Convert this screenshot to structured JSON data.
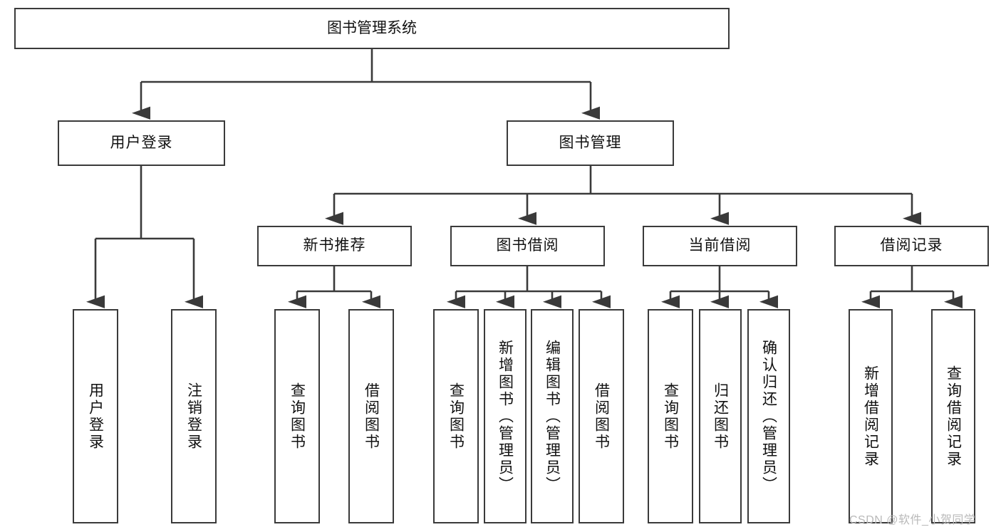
{
  "diagram": {
    "type": "tree",
    "title": "图书管理系统",
    "root": {
      "label": "图书管理系统"
    },
    "level2": [
      {
        "label": "用户登录"
      },
      {
        "label": "图书管理"
      }
    ],
    "level3": [
      {
        "label": "新书推荐"
      },
      {
        "label": "图书借阅"
      },
      {
        "label": "当前借阅"
      },
      {
        "label": "借阅记录"
      }
    ],
    "leaves": {
      "user_login": [
        {
          "label": "用户登录"
        },
        {
          "label": "注销登录"
        }
      ],
      "new_book_recommend": [
        {
          "label": "查询图书"
        },
        {
          "label": "借阅图书"
        }
      ],
      "book_borrow": [
        {
          "label": "查询图书"
        },
        {
          "label": "新增图书（管理员）"
        },
        {
          "label": "编辑图书（管理员）"
        },
        {
          "label": "借阅图书"
        }
      ],
      "current_borrow": [
        {
          "label": "查询图书"
        },
        {
          "label": "归还图书"
        },
        {
          "label": "确认归还（管理员）"
        }
      ],
      "borrow_record": [
        {
          "label": "新增借阅记录"
        },
        {
          "label": "查询借阅记录"
        }
      ]
    }
  },
  "watermark": {
    "text": "CSDN @软件_小贺同学"
  },
  "colors": {
    "box_border": "#3a3a3a",
    "background": "#ffffff",
    "line": "#3a3a3a",
    "watermark": "#b9b9b9"
  }
}
